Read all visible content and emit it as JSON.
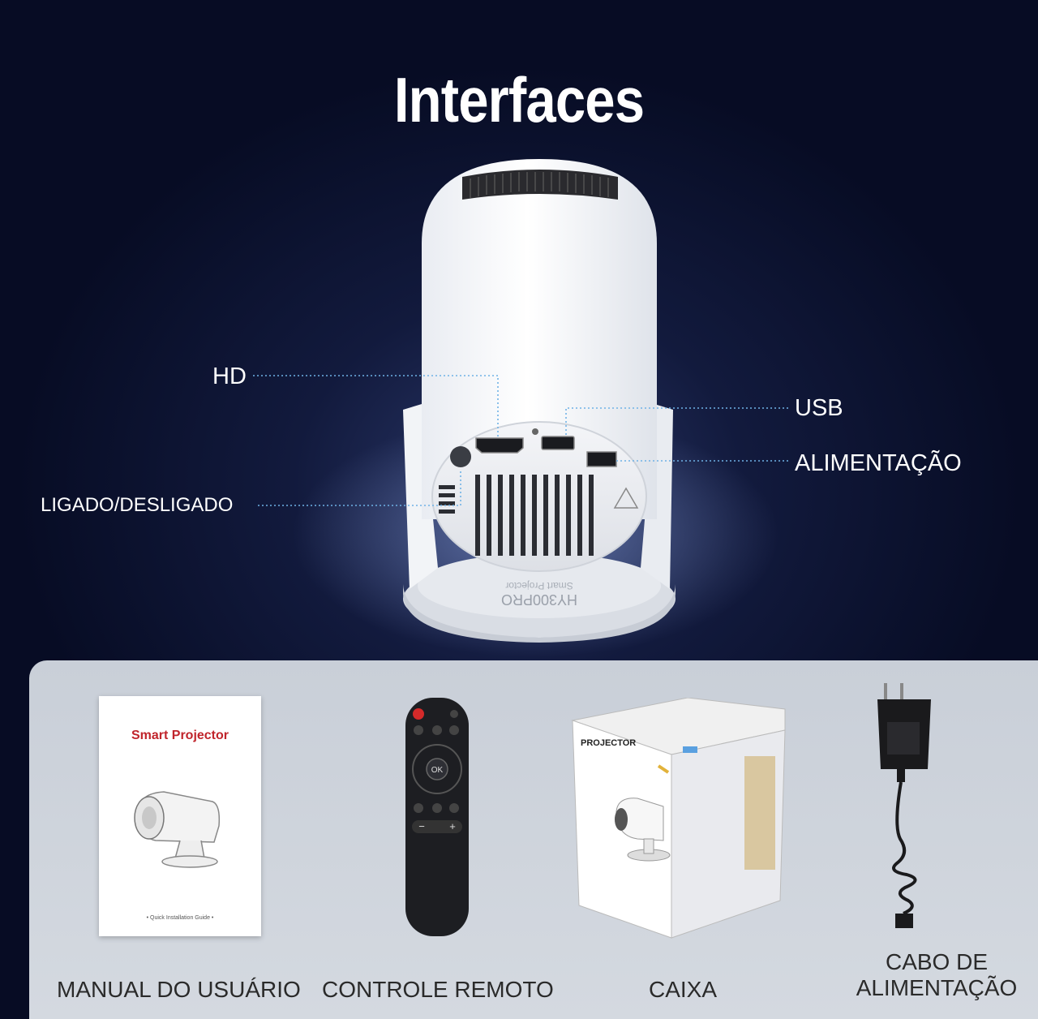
{
  "header": {
    "title": "Interfaces"
  },
  "callouts": {
    "hd": "HD",
    "usb": "USB",
    "power": "ALIMENTAÇÃO",
    "onoff": "LIGADO/DESLIGADO"
  },
  "device": {
    "model": "HY300PRO",
    "model_sub": "Smart Projector"
  },
  "accessories": {
    "manual": {
      "caption": "MANUAL DO USUÁRIO",
      "cover_title": "Smart Projector",
      "cover_sub": "• Quick Installation Guide •"
    },
    "remote": {
      "caption": "CONTROLE REMOTO",
      "ok_label": "OK"
    },
    "box": {
      "caption": "CAIXA",
      "label": "PROJECTOR"
    },
    "cable": {
      "caption_line1": "CABO DE",
      "caption_line2": "ALIMENTAÇÃO"
    }
  },
  "colors": {
    "accent_line": "#6fb2e6",
    "panel_bg": "#cfd5dd",
    "manual_title": "#c0242b",
    "remote_power": "#d42a2a"
  }
}
